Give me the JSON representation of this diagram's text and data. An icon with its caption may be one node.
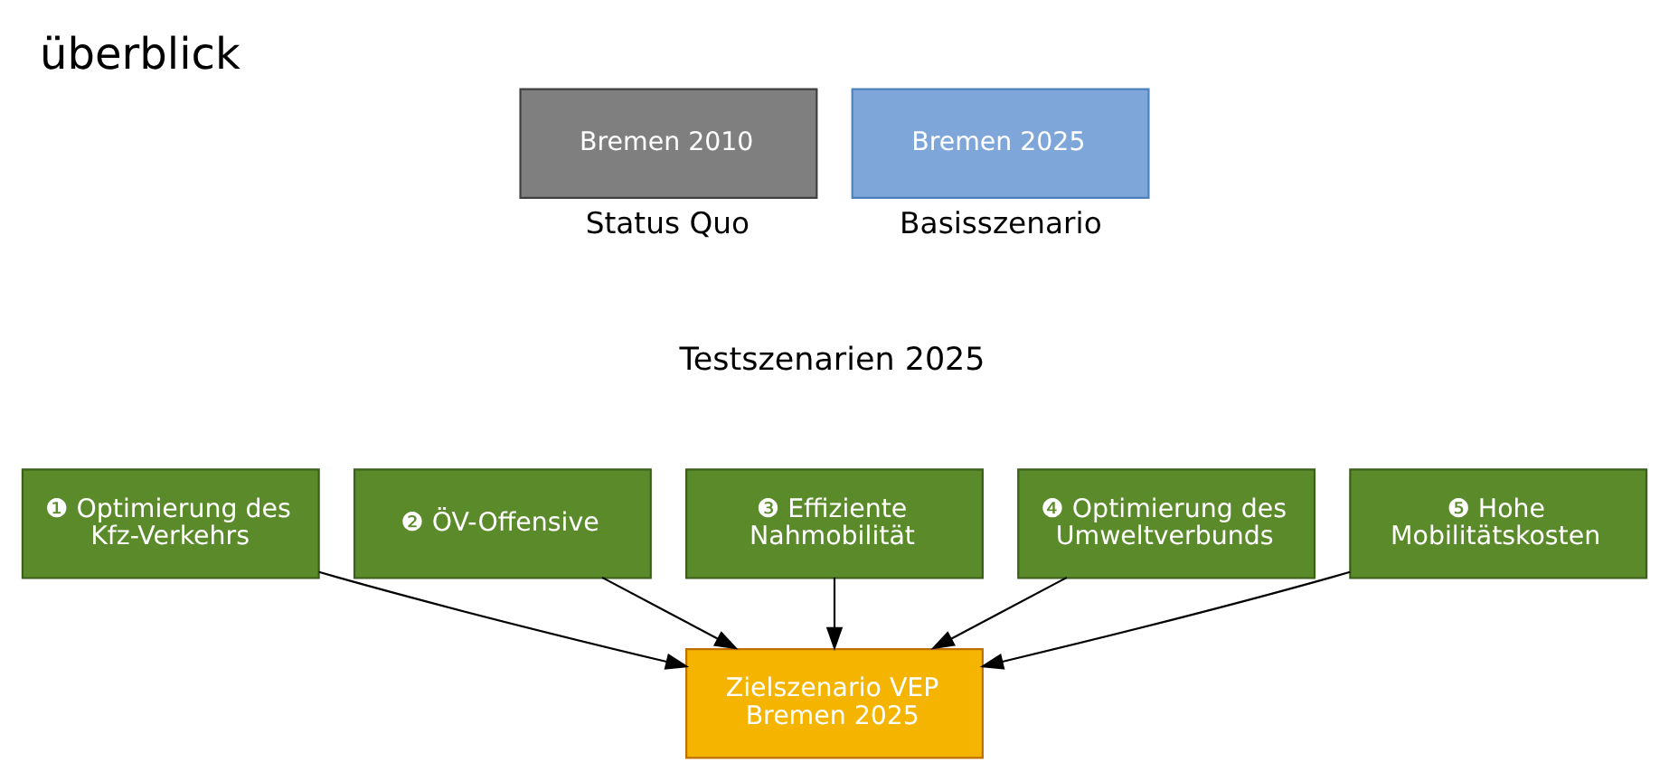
{
  "diagram": {
    "title": "überblick",
    "nodes": [
      {
        "text": [
          "Bremen 2010"
        ],
        "beside": [
          "Status Quo"
        ]
      },
      {
        "text": [
          "Bremen 2025"
        ],
        "beside": [
          "Basisszenario"
        ]
      },
      {
        "text": [
          "❶ Optimierung des Kfz-Verkehrs"
        ]
      },
      {
        "text": [
          "❷ ÖV-Offensive"
        ]
      },
      {
        "text": [
          "❸ Effiziente Nahmobilität"
        ]
      },
      {
        "text": [
          "❹ Optimierung des Umweltverbunds"
        ]
      },
      {
        "text": [
          "❺ Hohe Mobilitätskosten"
        ]
      },
      {
        "text": [
          "Zielszenario VEP Bremen 2025"
        ]
      }
    ],
    "edges": [
      {
        "from": 2,
        "to": 7,
        "arrow": "to"
      },
      {
        "from": 3,
        "to": 7,
        "arrow": "to"
      },
      {
        "from": 4,
        "to": 7,
        "arrow": "to"
      },
      {
        "from": 5,
        "to": 7,
        "arrow": "to"
      },
      {
        "from": 6,
        "to": 7,
        "arrow": "to"
      }
    ],
    "labels": [
      "Testszenarien 2025"
    ]
  }
}
